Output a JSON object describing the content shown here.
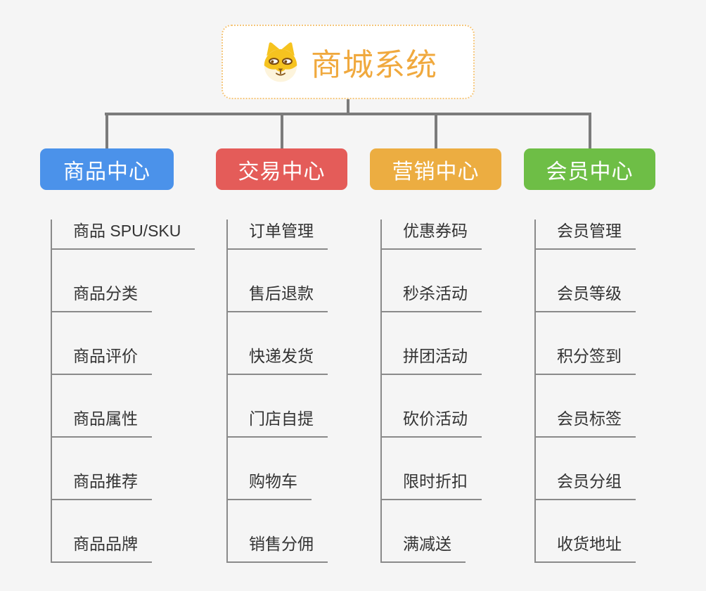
{
  "canvas": {
    "background": "#f5f5f5",
    "connector_color": "#7b7b7b",
    "leaf_line_color": "#8a8a8a",
    "leaf_text_color": "#333333"
  },
  "root": {
    "title": "商城系统",
    "icon": "dog-face-icon",
    "title_color": "#f0a93e",
    "border_color": "#f5c67a"
  },
  "branches": [
    {
      "id": "product-center",
      "label": "商品中心",
      "color": "#4b92ea",
      "children": [
        "商品 SPU/SKU",
        "商品分类",
        "商品评价",
        "商品属性",
        "商品推荐",
        "商品品牌"
      ]
    },
    {
      "id": "trade-center",
      "label": "交易中心",
      "color": "#e45c59",
      "children": [
        "订单管理",
        "售后退款",
        "快递发货",
        "门店自提",
        "购物车",
        "销售分佣"
      ]
    },
    {
      "id": "marketing-center",
      "label": "营销中心",
      "color": "#ecad41",
      "children": [
        "优惠券码",
        "秒杀活动",
        "拼团活动",
        "砍价活动",
        "限时折扣",
        "满减送"
      ]
    },
    {
      "id": "member-center",
      "label": "会员中心",
      "color": "#6ebe46",
      "children": [
        "会员管理",
        "会员等级",
        "积分签到",
        "会员标签",
        "会员分组",
        "收货地址"
      ]
    }
  ]
}
